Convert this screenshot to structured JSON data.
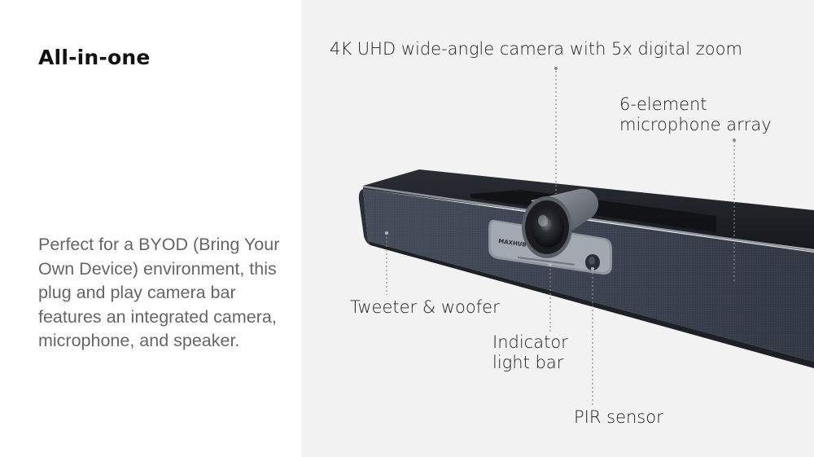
{
  "heading": "All-in-one",
  "description": "Perfect for a BYOD (Bring Your Own Device) environment, this plug and play camera bar features an integrated camera, microphone, and speaker.",
  "product": {
    "brand_logo": "MAXHUB"
  },
  "callouts": {
    "camera": "4K UHD wide-angle camera with 5x digital zoom",
    "microphone_line1": "6-element",
    "microphone_line2": "microphone array",
    "tweeter": "Tweeter & woofer",
    "indicator_line1": "Indicator",
    "indicator_line2": "light bar",
    "pir": "PIR sensor"
  },
  "colors": {
    "right_background": "#f2f2f2",
    "fabric": "#3a4150",
    "body_top": "#22252b",
    "trim": "#9aa0a8"
  }
}
